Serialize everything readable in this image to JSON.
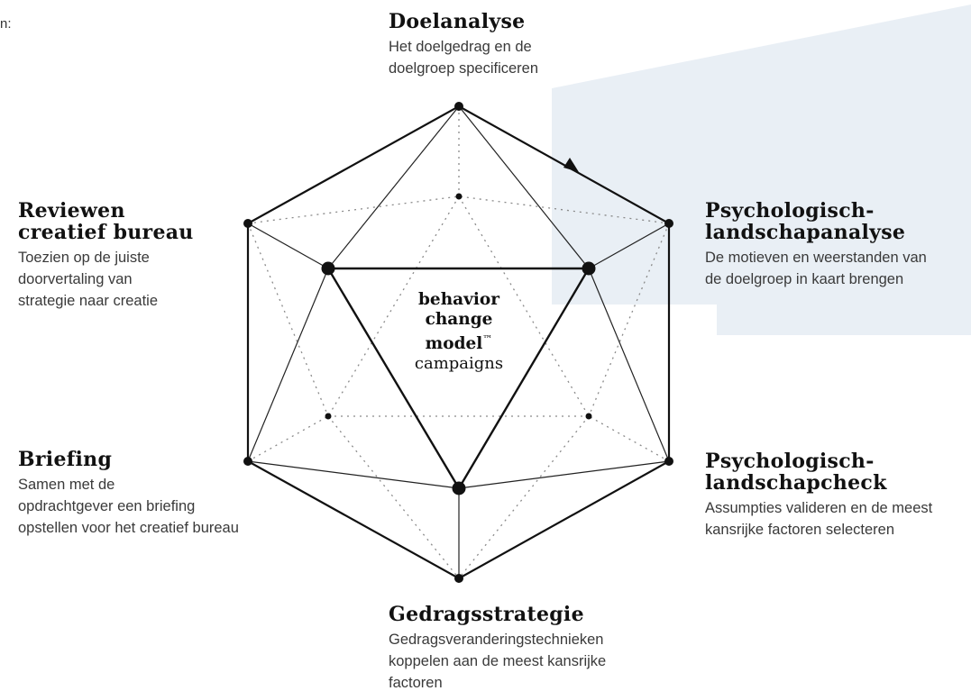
{
  "fragment": "n:",
  "center": {
    "line1": "behavior",
    "line2": "change",
    "line3": "model",
    "trademark": "™",
    "line4": "campaigns"
  },
  "nodes": {
    "doelanalyse": {
      "title": "Doelanalyse",
      "desc1": "Het doelgedrag en de",
      "desc2": "doelgroep specificeren"
    },
    "psych_analyse": {
      "title1": "Psychologisch-",
      "title2": "landschapanalyse",
      "desc1": "De motieven en weerstanden van",
      "desc2": "de doelgroep in kaart brengen"
    },
    "psych_check": {
      "title1": "Psychologisch-",
      "title2": "landschapcheck",
      "desc1": "Assumpties valideren en de meest",
      "desc2": "kansrijke factoren selecteren"
    },
    "gedragsstrategie": {
      "title": "Gedragsstrategie",
      "desc1": "Gedragsveranderingstechnieken",
      "desc2": "koppelen aan de meest kansrijke",
      "desc3": "factoren"
    },
    "briefing": {
      "title": "Briefing",
      "desc1": "Samen met de",
      "desc2": "opdrachtgever een briefing",
      "desc3": "opstellen voor het creatief bureau"
    },
    "reviewen": {
      "title1": "Reviewen",
      "title2": "creatief bureau",
      "desc1": "Toezien op de juiste",
      "desc2": "doorvertaling van",
      "desc3": "strategie naar creatie"
    }
  }
}
